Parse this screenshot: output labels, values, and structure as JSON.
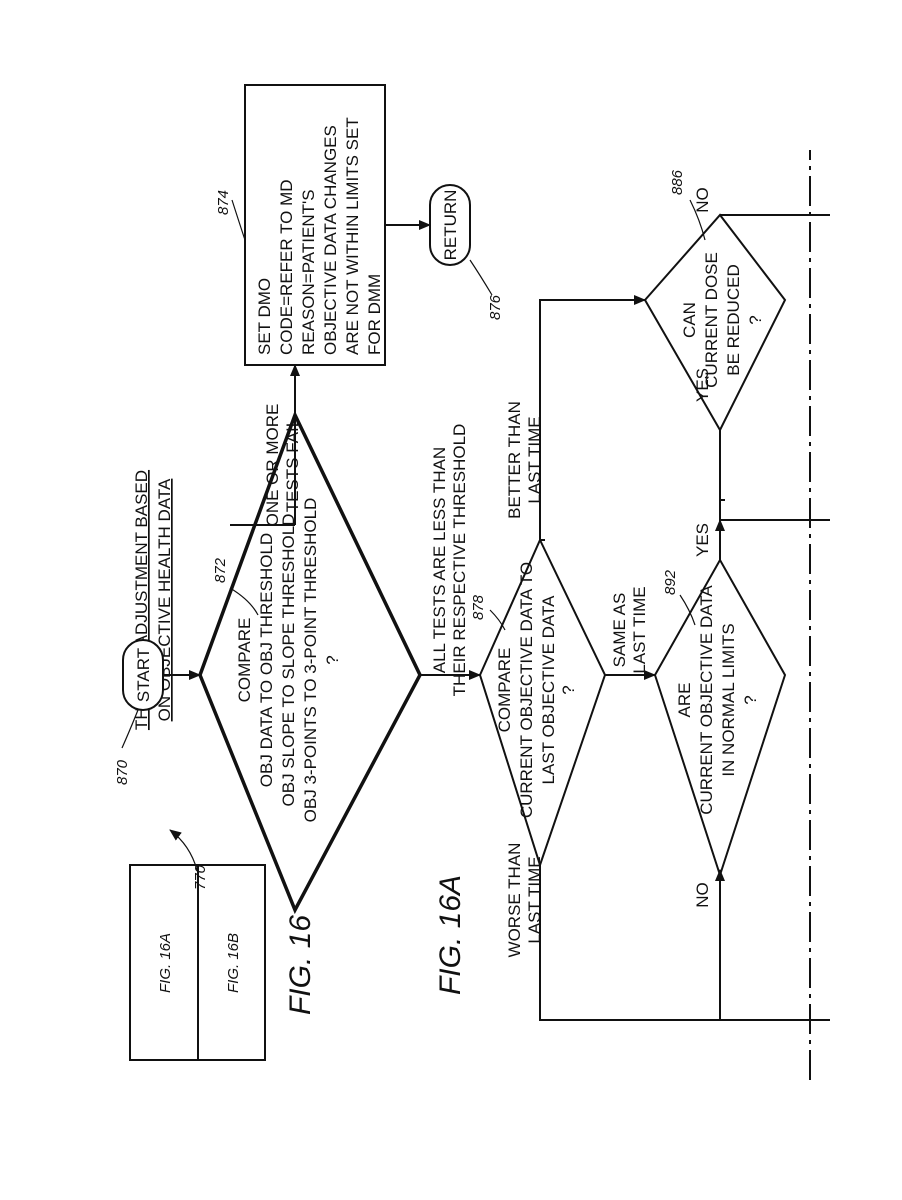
{
  "title": [
    "THERAPY ADJUSTMENT BASED",
    "ON OBJECTIVE HEALTH DATA"
  ],
  "figure_labels": {
    "fig16": "FIG. 16",
    "fig16a": "FIG. 16A",
    "index_box": [
      "FIG. 16A",
      "FIG. 16B"
    ]
  },
  "refs": {
    "flowchart": "770",
    "start": "870",
    "compare_thresholds": "872",
    "set_dmo": "874",
    "return": "876",
    "compare_last": "878",
    "can_reduce": "886",
    "normal_limits": "892"
  },
  "nodes": {
    "start": "START",
    "return": "RETURN",
    "compare_thresholds": [
      "COMPARE",
      "OBJ DATA TO OBJ THRESHOLD",
      "OBJ SLOPE TO SLOPE THRESHOLD",
      "OBJ 3-POINTS TO 3-POINT THRESHOLD",
      "?"
    ],
    "set_dmo": [
      "SET DMO",
      "CODE=REFER TO MD",
      "REASON=PATIENT'S",
      "OBJECTIVE DATA CHANGES",
      "ARE NOT WITHIN LIMITS SET",
      "FOR DMM"
    ],
    "compare_last": [
      "COMPARE",
      "CURRENT OBJECTIVE DATA TO",
      "LAST OBJECTIVE DATA",
      "?"
    ],
    "normal_limits": [
      "ARE",
      "CURRENT OBJECTIVE DATA",
      "IN NORMAL LIMITS",
      "?"
    ],
    "can_reduce": [
      "CAN",
      "CURRENT DOSE",
      "BE REDUCED",
      "?"
    ]
  },
  "edges": {
    "tests_fail": [
      "ONE OR MORE",
      "TESTS FAIL"
    ],
    "all_tests_less": [
      "ALL TESTS ARE LESS THAN",
      "THEIR RESPECTIVE THRESHOLD"
    ],
    "better": [
      "BETTER THAN",
      "LAST TIME"
    ],
    "worse": [
      "WORSE THAN",
      "LAST TIME"
    ],
    "same": [
      "SAME AS",
      "LAST TIME"
    ],
    "yes_limits": "YES",
    "no_limits": "NO",
    "yes_reduce": "YES",
    "no_reduce": "NO"
  }
}
